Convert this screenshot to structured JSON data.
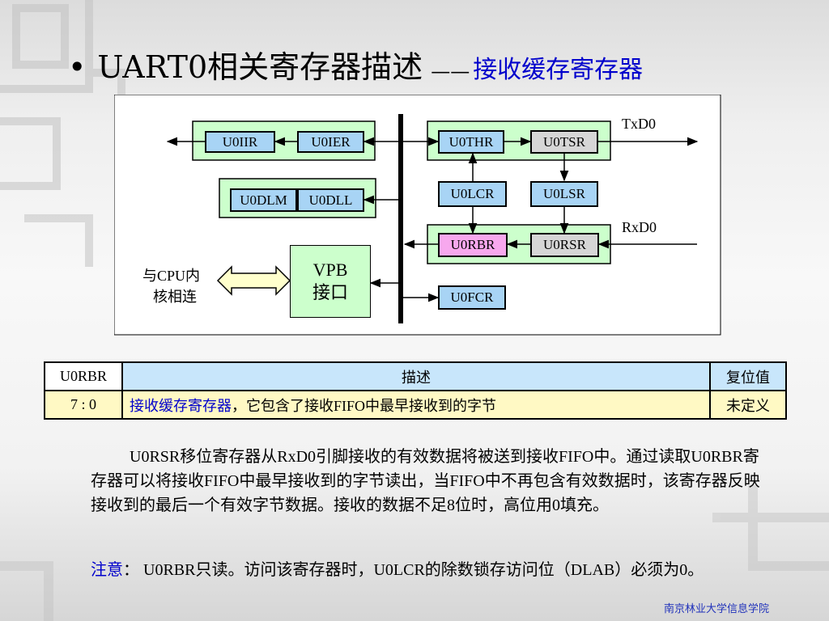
{
  "title": {
    "main": "UART0相关寄存器描述",
    "dash": "——",
    "sub": "接收缓存寄存器"
  },
  "colors": {
    "register": "#a8d4f5",
    "group": "#ccffcc",
    "gray_register": "#d6d6d6",
    "highlight_register": "#f7a8ee",
    "vpb": "#ccffcc",
    "interface_arrow": "#ffffcc",
    "title_sub": "#0000cc",
    "header_bg": "#c8e6fb",
    "row_bg": "#fff9c4"
  },
  "chart_data": {
    "type": "diagram",
    "nodes": [
      {
        "id": "u0iir",
        "label": "U0IIR",
        "fill": "register"
      },
      {
        "id": "u0ier",
        "label": "U0IER",
        "fill": "register"
      },
      {
        "id": "u0dlm",
        "label": "U0DLM",
        "fill": "register"
      },
      {
        "id": "u0dll",
        "label": "U0DLL",
        "fill": "register"
      },
      {
        "id": "vpb",
        "label_lines": [
          "VPB",
          "接口"
        ],
        "fill": "vpb"
      },
      {
        "id": "u0thr",
        "label": "U0THR",
        "fill": "register"
      },
      {
        "id": "u0tsr",
        "label": "U0TSR",
        "fill": "gray_register"
      },
      {
        "id": "u0lcr",
        "label": "U0LCR",
        "fill": "register"
      },
      {
        "id": "u0lsr",
        "label": "U0LSR",
        "fill": "register"
      },
      {
        "id": "u0rbr",
        "label": "U0RBR",
        "fill": "highlight_register"
      },
      {
        "id": "u0rsr",
        "label": "U0RSR",
        "fill": "gray_register"
      },
      {
        "id": "u0fcr",
        "label": "U0FCR",
        "fill": "register"
      }
    ],
    "edges": [
      {
        "from": "u0ier",
        "to": "u0iir"
      },
      {
        "from": "u0iir",
        "to": "off-left"
      },
      {
        "from": "bus",
        "to": "u0ier"
      },
      {
        "from": "bus",
        "to": "u0dll"
      },
      {
        "from": "bus",
        "to": "u0thr"
      },
      {
        "from": "u0thr",
        "to": "u0tsr"
      },
      {
        "from": "u0tsr",
        "to": "u0lsr"
      },
      {
        "from": "u0lcr",
        "to": "u0thr"
      },
      {
        "from": "u0lcr",
        "to": "u0rbr"
      },
      {
        "from": "u0lsr",
        "to": "u0rsr"
      },
      {
        "from": "u0tsr",
        "to": "txd0"
      },
      {
        "from": "rxd0",
        "to": "u0rsr"
      },
      {
        "from": "u0rsr",
        "to": "u0rbr"
      },
      {
        "from": "u0rbr",
        "to": "bus"
      },
      {
        "from": "bus",
        "to": "u0fcr"
      },
      {
        "from": "bus",
        "to": "vpb"
      },
      {
        "from": "cpu",
        "to": "vpb",
        "bidirectional": true
      }
    ],
    "labels": {
      "txd0": "TxD0",
      "rxd0": "RxD0",
      "cpu_line1": "与CPU内",
      "cpu_line2": "核相连"
    }
  },
  "table": {
    "headers": [
      "U0RBR",
      "描述",
      "复位值"
    ],
    "row": {
      "bits": "7 : 0",
      "desc_blue": "接收缓存寄存器",
      "desc_rest": "，它包含了接收FIFO中最早接收到的字节",
      "reset": "未定义"
    }
  },
  "paragraph": "U0RSR移位寄存器从RxD0引脚接收的有效数据将被送到接收FIFO中。通过读取U0RBR寄存器可以将接收FIFO中最早接收到的字节读出，当FIFO中不再包含有效数据时，该寄存器反映接收到的最后一个有效字节数据。接收的数据不足8位时，高位用0填充。",
  "note": {
    "label": "注意",
    "sep": "： ",
    "text": "U0RBR只读。访问该寄存器时，U0LCR的除数锁存访问位（DLAB）必须为0。"
  },
  "footer": "南京林业大学信息学院"
}
